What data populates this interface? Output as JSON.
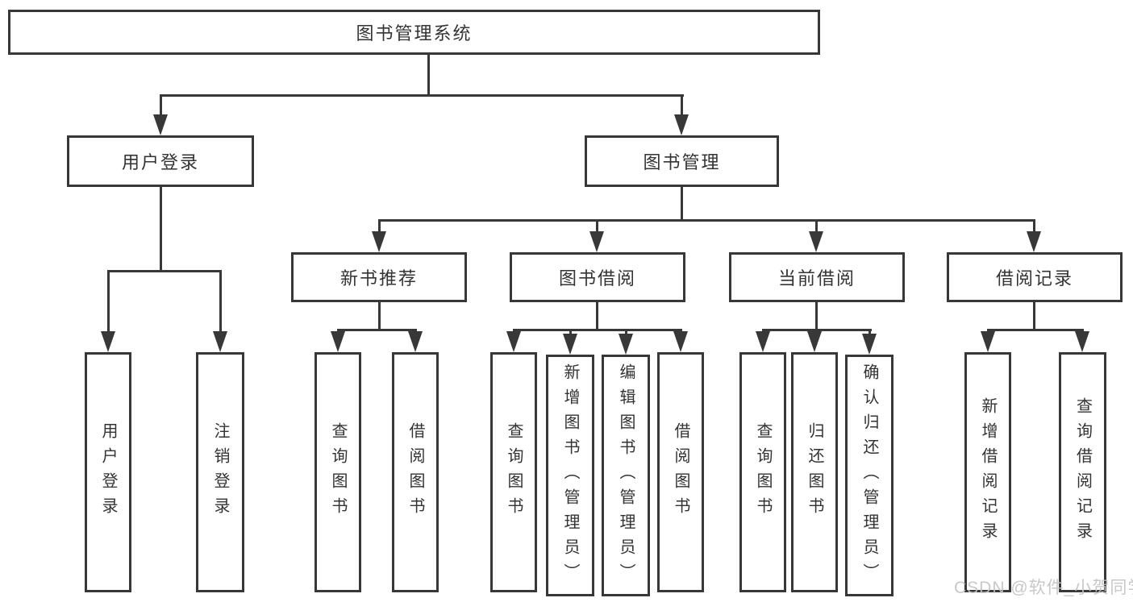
{
  "diagram": {
    "root": {
      "label": "图书管理系统"
    },
    "branches": [
      {
        "label": "用户登录",
        "leaves": [
          {
            "label": "用户登录"
          },
          {
            "label": "注销登录"
          }
        ]
      },
      {
        "label": "图书管理",
        "groups": [
          {
            "label": "新书推荐",
            "leaves": [
              {
                "label": "查询图书"
              },
              {
                "label": "借阅图书"
              }
            ]
          },
          {
            "label": "图书借阅",
            "leaves": [
              {
                "label": "查询图书"
              },
              {
                "label": "新增图书（管理员）"
              },
              {
                "label": "编辑图书（管理员）"
              },
              {
                "label": "借阅图书"
              }
            ]
          },
          {
            "label": "当前借阅",
            "leaves": [
              {
                "label": "查询图书"
              },
              {
                "label": "归还图书"
              },
              {
                "label": "确认归还（管理员）"
              }
            ]
          },
          {
            "label": "借阅记录",
            "leaves": [
              {
                "label": "新增借阅记录"
              },
              {
                "label": "查询借阅记录"
              }
            ]
          }
        ]
      }
    ],
    "watermark": "CSDN @软件_小贺同学",
    "colors": {
      "line": "#383838",
      "text": "#333333",
      "background": "#ffffff",
      "watermark": "#c3c3c3"
    }
  }
}
